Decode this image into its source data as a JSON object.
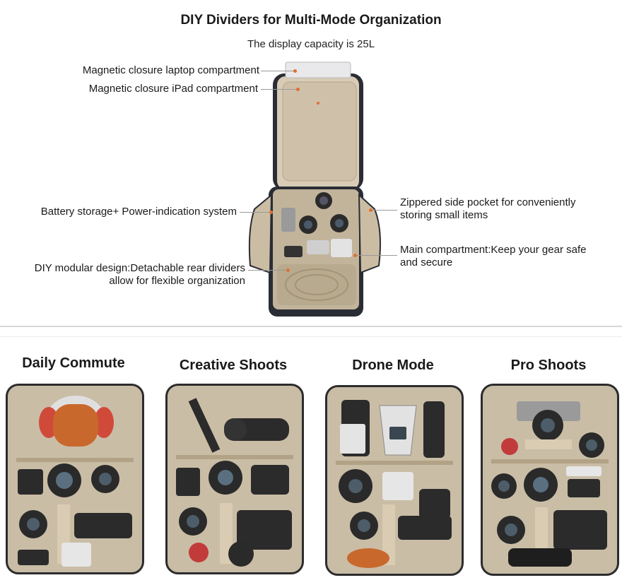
{
  "header": {
    "title": "DIY Dividers for Multi-Mode Organization",
    "subtitle": "The display capacity is 25L"
  },
  "callouts": {
    "laptop": "Magnetic closure laptop compartment",
    "ipad": "Magnetic closure iPad compartment",
    "battery": "Battery storage+ Power-indication system",
    "diy_line1": "DIY modular design:Detachable rear dividers",
    "diy_line2": "allow for flexible organization",
    "side_line1": "Zippered side pocket for conveniently",
    "side_line2": "storing small items",
    "main_line1": "Main compartment:Keep your gear safe",
    "main_line2": "and secure"
  },
  "modes": [
    {
      "label": "Daily Commute"
    },
    {
      "label": "Creative Shoots"
    },
    {
      "label": "Drone Mode"
    },
    {
      "label": "Pro Shoots"
    }
  ],
  "colors": {
    "accent": "#e07030",
    "lining": "#c9bca7",
    "bag_shell": "#2a2d35",
    "leader": "#9a9a9a"
  },
  "icons": [
    "backpack-photo",
    "camera-lens-icon",
    "headphones-icon",
    "drone-icon",
    "gimbal-icon"
  ]
}
